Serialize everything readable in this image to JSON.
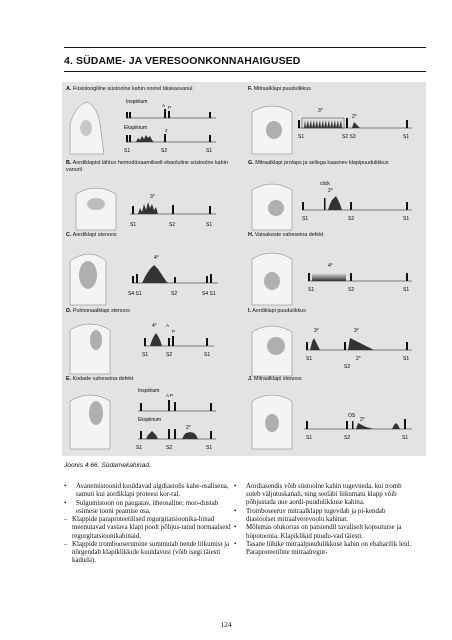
{
  "page": {
    "chapter_title": "4. SÜDAME- JA VERESOONKONNAHAIGUSED",
    "figure_caption": "Joonis 4.66. Südamekahinad.",
    "page_number": "124"
  },
  "panels": [
    {
      "letter": "A.",
      "title": "Füsioloogiline süstoolne kahin noorel täiskasvanul",
      "labels": {
        "insp": "Inspiirium",
        "eksp": "Ekspiirium",
        "a2": "A",
        "p2": "P",
        "two": "2",
        "s1": "S1",
        "s2": "S2",
        "s1b": "S1"
      }
    },
    {
      "letter": "B.",
      "title": "Aordiklapist lähtuv hemodünaamiliselt ebaoluline süstoolne kahin vanuril",
      "labels": {
        "grade": "3°",
        "s1": "S1",
        "s2": "S2",
        "s1b": "S1"
      }
    },
    {
      "letter": "C.",
      "title": "Aordiklapi stenoos",
      "labels": {
        "grade": "4°",
        "s4s1": "S4 S1",
        "s2": "S2",
        "s4s1b": "S4 S1"
      }
    },
    {
      "letter": "D.",
      "title": "Pulmonaalklapi stenoos",
      "labels": {
        "grade": "4°",
        "a": "A",
        "p": "P",
        "s1": "S1",
        "s2": "S2",
        "s1b": "S1"
      }
    },
    {
      "letter": "E.",
      "title": "Kodade vaheseina defekt",
      "labels": {
        "insp": "Inspiirium",
        "eksp": "Ekspiirium",
        "ap": "A P",
        "grade": "2°",
        "s1": "S1",
        "s2": "S2",
        "s1b": "S1"
      }
    },
    {
      "letter": "F.",
      "title": "Mitraalklapi puudulikkus",
      "labels": {
        "grade3": "3°",
        "grade2": "2°",
        "s1": "S1",
        "s2s3": "S2 S3",
        "s1b": "S1"
      }
    },
    {
      "letter": "G.",
      "title": "Mitraalklapi prolaps ja sellega kaasnev klapipuudulikkus",
      "labels": {
        "click": "click",
        "grade": "2°",
        "s1": "S1",
        "s2": "S2",
        "s1b": "S1"
      }
    },
    {
      "letter": "H.",
      "title": "Vatsakeste vaheseina defekt",
      "labels": {
        "grade": "4°",
        "s1": "S1",
        "s2": "S2",
        "s1b": "S1"
      }
    },
    {
      "letter": "I.",
      "title": "Aordiklapi puudulikkus",
      "labels": {
        "grade3a": "3°",
        "grade3b": "3°",
        "grade2": "2°",
        "s1": "S1",
        "s2": "S2",
        "s1b": "S1"
      }
    },
    {
      "letter": "J.",
      "title": "Mitraalklapi stenoos",
      "labels": {
        "os": "OS",
        "grade": "2°",
        "s1": "S1",
        "s2": "S2",
        "s1b": "S1"
      }
    }
  ],
  "left_column": [
    {
      "marker": "•",
      "text": "Avanemistoonid kuuldavad algdiastolis kahe-osalisena, samuti kui aordiklapi proteesi kor-ral."
    },
    {
      "marker": "•",
      "text": "Sulgumistoon on paugatav, üheosaline; moo-dustab esimese tooni peamise osa."
    },
    {
      "marker": "–",
      "text": "Klappide paraproteetilised regurgitatsioonika-hinad meenutavad vastava klapi poolt põhjus-tatud normaalseid regurgitatsioonikahinaid."
    },
    {
      "marker": "–",
      "text": "Klappide trombooserumine summutab nende liikumist ja nõrgendab klapiklikkide kuuldavust (võib isegi täiesti kaduda)."
    }
  ],
  "right_column": [
    {
      "marker": "•",
      "text": "Aordiasendis võib süstoolne kahin tugevneda, kui tromb suleb väljutuskanali, ning seeläbi liikumatu klapp võib põhjustada uue aordi-puudulikkuse kahina."
    },
    {
      "marker": "•",
      "text": "Tromboseeruv mitraalklapp tugevdab ja pi-kendab diastoolset mitraalverevoolu kahinat."
    },
    {
      "marker": "•",
      "text": "Mõlemas olukorras on patsiendil tavaliselt kopsuturse ja hüpotoonia. Klapiklikid puudu-vad täiesti."
    },
    {
      "marker": "•",
      "text": "Tasane lühike mitraalpuudulikkuse kahin on ebaharilik leid. Paraproteetiline mitraalregur-"
    }
  ]
}
